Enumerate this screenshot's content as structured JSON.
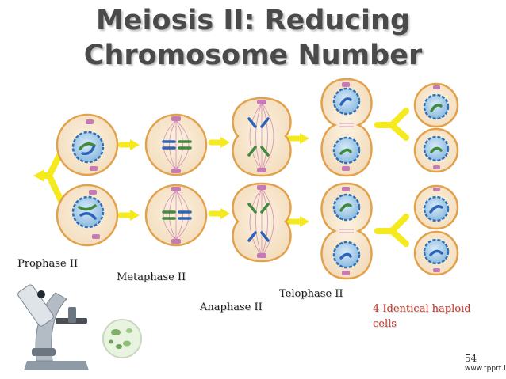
{
  "title": {
    "line1": "Meiosis II: Reducing",
    "line2": "Chromosome Number"
  },
  "stages": {
    "prophase": "Prophase II",
    "metaphase": "Metaphase II",
    "anaphase": "Anaphase II",
    "telophase": "Telophase II",
    "result": "4 Identical haploid cells"
  },
  "slide_number": "54",
  "credit": "www.tpprt.info",
  "colors": {
    "cell_fill": "#f7e6cc",
    "cell_stroke": "#e2a24c",
    "nucleus_fill": "#b9d7ee",
    "nucleus_stroke": "#2e6fb5",
    "chromosome_green": "#3f8a3c",
    "chromosome_blue": "#2f63b8",
    "centrosome": "#c77bb4",
    "arrow": "#f4ea1e",
    "result_label": "#c0392b"
  },
  "icons": [
    "microscope-icon",
    "microbe-icon"
  ]
}
